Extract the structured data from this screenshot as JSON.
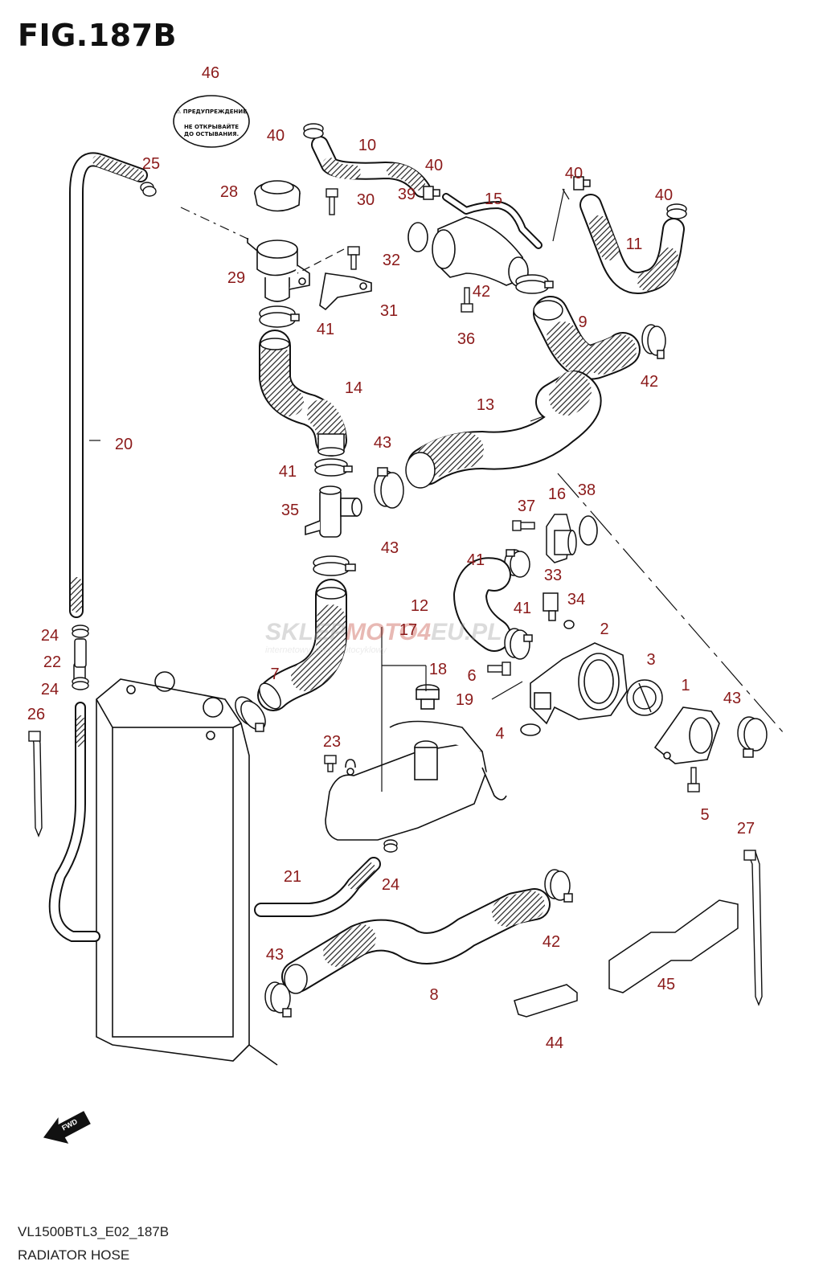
{
  "figure": {
    "title": "FIG.187B",
    "code": "VL1500BTL3_E02_187B",
    "name": "RADIATOR HOSE"
  },
  "callout_color": "#8b1a1a",
  "callouts": [
    "46",
    "40",
    "10",
    "25",
    "40",
    "15",
    "40",
    "40",
    "28",
    "30",
    "39",
    "11",
    "32",
    "29",
    "42",
    "31",
    "41",
    "9",
    "36",
    "42",
    "14",
    "13",
    "20",
    "43",
    "41",
    "16",
    "38",
    "37",
    "35",
    "43",
    "41",
    "33",
    "34",
    "12",
    "41",
    "2",
    "17",
    "24",
    "22",
    "7",
    "18",
    "6",
    "3",
    "1",
    "43",
    "24",
    "26",
    "19",
    "4",
    "23",
    "5",
    "24",
    "21",
    "27",
    "42",
    "43",
    "8",
    "45",
    "44"
  ],
  "cap_label": {
    "line1": "⚠ ПРЕДУПРЕЖДЕНИЕ",
    "line2": "НЕ ОТКРЫВАЙТЕ",
    "line3": "ДО ОСТЫВАНИЯ."
  },
  "watermark": {
    "brand_a": "SKLEP",
    "brand_b": "MOTO",
    "brand_c": "4",
    "brand_d": "EU.PL",
    "tagline": "internetowy sklep motocyklowy"
  },
  "fwd_label": "FWD"
}
